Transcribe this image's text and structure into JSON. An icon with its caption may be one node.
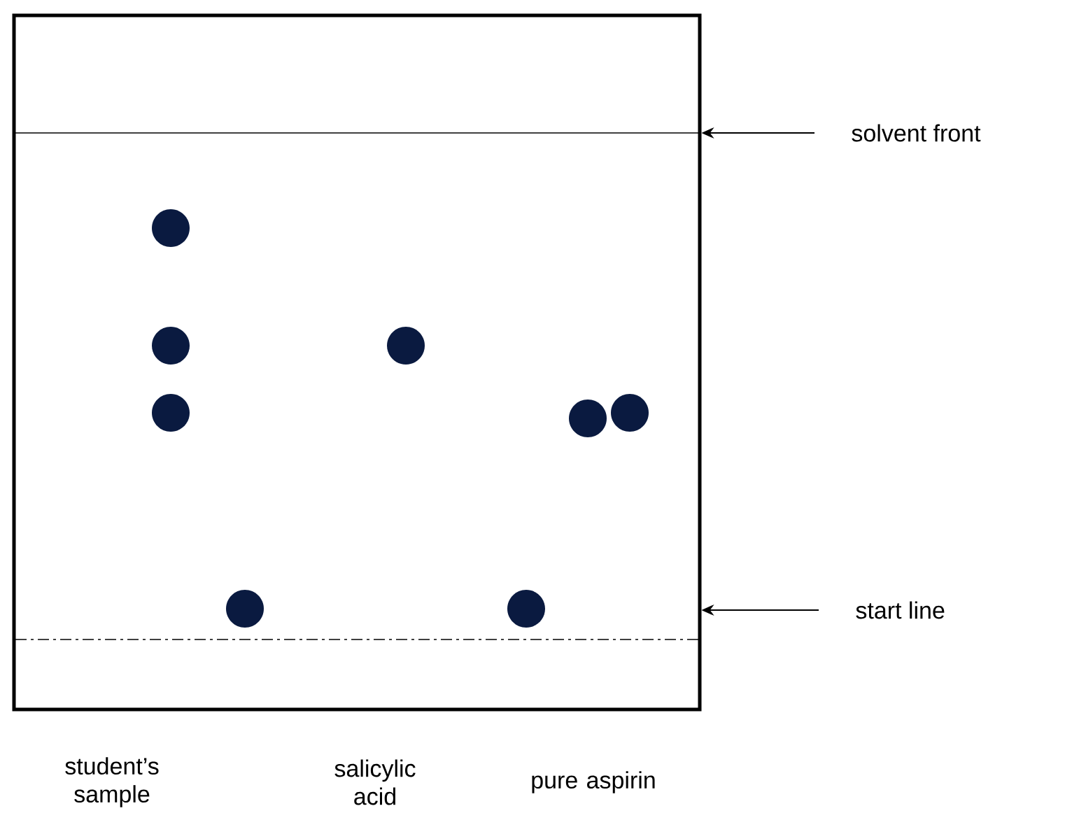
{
  "diagram": {
    "nodes": [
      {
        "text": [
          "solvent front"
        ]
      },
      {
        "text": [
          "start line"
        ]
      },
      {
        "text": [],
        "shape": "box"
      }
    ],
    "edges": [
      {
        "from": 0,
        "to": 2,
        "arrow": "to"
      },
      {
        "from": 1,
        "to": 2,
        "arrow": "to"
      }
    ],
    "labels": [
      "student’s sample",
      "salicylic acid",
      "pure aspirin"
    ]
  }
}
